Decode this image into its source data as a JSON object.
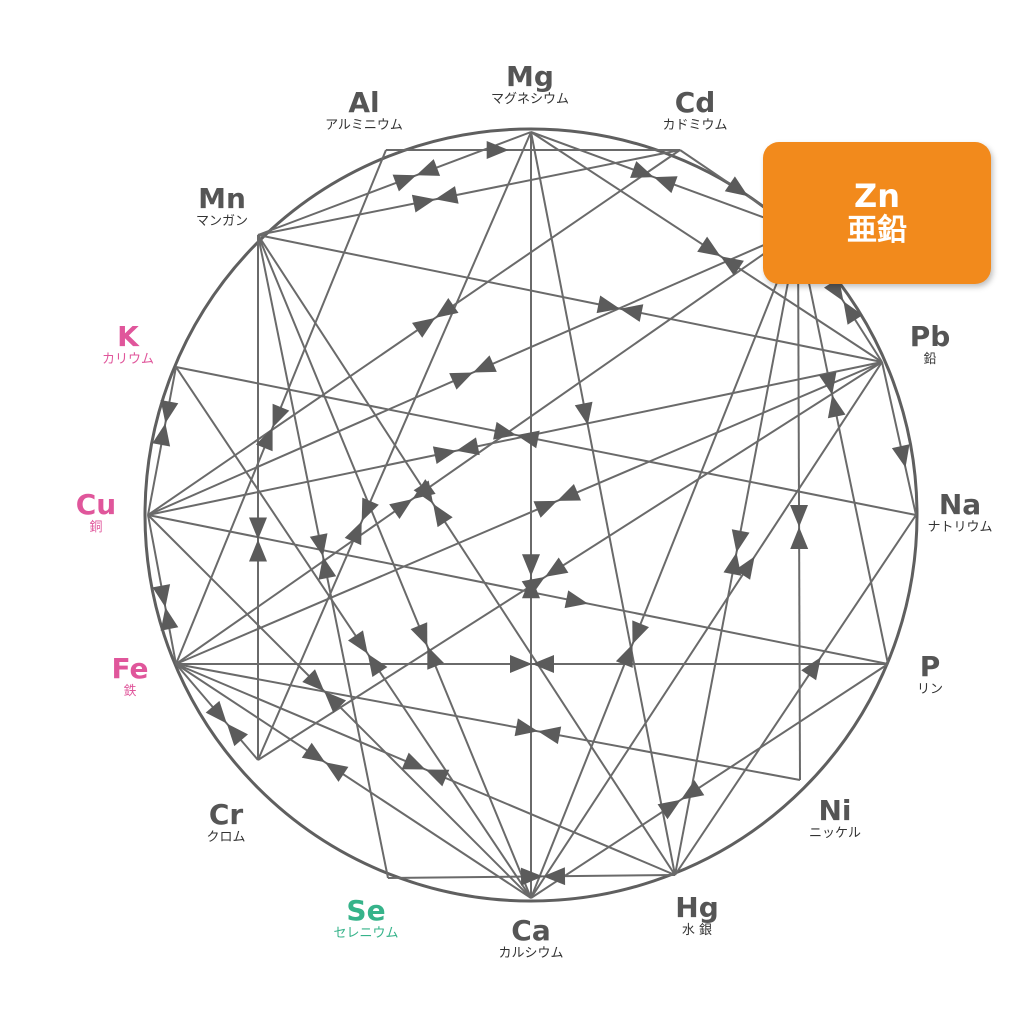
{
  "elements": [
    {
      "id": "Mg",
      "symbol": "Mg",
      "name": "マグネシウム"
    },
    {
      "id": "Cd",
      "symbol": "Cd",
      "name": "カドミウム"
    },
    {
      "id": "Zn",
      "symbol": "Zn",
      "name": "亜鉛"
    },
    {
      "id": "Pb",
      "symbol": "Pb",
      "name": "鉛"
    },
    {
      "id": "Na",
      "symbol": "Na",
      "name": "ナトリウム"
    },
    {
      "id": "P",
      "symbol": "P",
      "name": "リン"
    },
    {
      "id": "Ni",
      "symbol": "Ni",
      "name": "ニッケル"
    },
    {
      "id": "Hg",
      "symbol": "Hg",
      "name": "水 銀"
    },
    {
      "id": "Ca",
      "symbol": "Ca",
      "name": "カルシウム"
    },
    {
      "id": "Se",
      "symbol": "Se",
      "name": "セレニウム"
    },
    {
      "id": "Cr",
      "symbol": "Cr",
      "name": "クロム"
    },
    {
      "id": "Fe",
      "symbol": "Fe",
      "name": "鉄"
    },
    {
      "id": "Cu",
      "symbol": "Cu",
      "name": "銅"
    },
    {
      "id": "K",
      "symbol": "K",
      "name": "カリウム"
    },
    {
      "id": "Mn",
      "symbol": "Mn",
      "name": "マンガン"
    },
    {
      "id": "Al",
      "symbol": "Al",
      "name": "アルミニウム"
    }
  ],
  "colors": {
    "pink": "#e0569b",
    "teal": "#36b38a",
    "highlight": "#f28a1c",
    "line": "#6a6a6a"
  },
  "highlight": {
    "symbol": "Zn",
    "name": "亜鉛"
  },
  "relations": [
    [
      "Ca",
      "Mg",
      "antagonism"
    ],
    [
      "Fe",
      "P",
      "antagonism"
    ],
    [
      "Mn",
      "Pb",
      "antagonism"
    ],
    [
      "Mg",
      "Zn",
      "antagonism"
    ],
    [
      "Mg",
      "Pb",
      "antagonism"
    ],
    [
      "Mg",
      "Hg",
      "single"
    ],
    [
      "Mg",
      "Cr",
      "antagonism"
    ],
    [
      "Mg",
      "Mn",
      "antagonism"
    ],
    [
      "Cd",
      "Zn",
      "single"
    ],
    [
      "Cd",
      "Mn",
      "antagonism"
    ],
    [
      "Cd",
      "Cu",
      "antagonism"
    ],
    [
      "Al",
      "Fe",
      "antagonism"
    ],
    [
      "Al",
      "Cd",
      "single"
    ],
    [
      "Mn",
      "Ca",
      "antagonism"
    ],
    [
      "Mn",
      "Hg",
      "antagonism"
    ],
    [
      "Mn",
      "Se",
      "antagonism"
    ],
    [
      "Mn",
      "Cr",
      "antagonism"
    ],
    [
      "K",
      "Na",
      "antagonism"
    ],
    [
      "K",
      "Ca",
      "antagonism"
    ],
    [
      "K",
      "Cu",
      "antagonism"
    ],
    [
      "Cu",
      "Fe",
      "antagonism"
    ],
    [
      "Cu",
      "Pb",
      "antagonism"
    ],
    [
      "Cu",
      "Zn",
      "antagonism"
    ],
    [
      "Cu",
      "P",
      "single"
    ],
    [
      "Cu",
      "Ca",
      "antagonism"
    ],
    [
      "Fe",
      "Pb",
      "antagonism"
    ],
    [
      "Fe",
      "Zn",
      "antagonism"
    ],
    [
      "Fe",
      "Cr",
      "antagonism"
    ],
    [
      "Fe",
      "Ca",
      "antagonism"
    ],
    [
      "Fe",
      "Hg",
      "antagonism"
    ],
    [
      "Fe",
      "Ni",
      "antagonism"
    ],
    [
      "Cr",
      "Pb",
      "antagonism"
    ],
    [
      "Se",
      "Hg",
      "antagonism"
    ],
    [
      "Ca",
      "Zn",
      "antagonism"
    ],
    [
      "Ca",
      "Pb",
      "single"
    ],
    [
      "Ca",
      "P",
      "antagonism"
    ],
    [
      "Hg",
      "Zn",
      "antagonism"
    ],
    [
      "Hg",
      "Na",
      "single"
    ],
    [
      "Ni",
      "Zn",
      "antagonism"
    ],
    [
      "Zn",
      "Pb",
      "antagonism"
    ],
    [
      "Zn",
      "P",
      "antagonism"
    ],
    [
      "Pb",
      "Na",
      "single"
    ]
  ]
}
